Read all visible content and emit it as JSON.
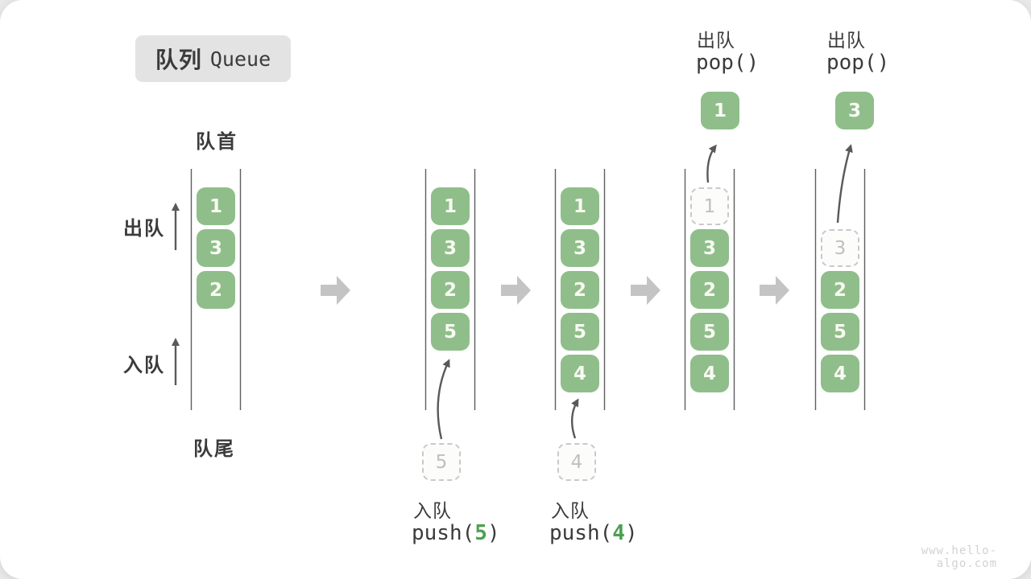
{
  "title": {
    "zh": "队列",
    "en": "Queue"
  },
  "labels": {
    "front": "队首",
    "rear": "队尾",
    "dequeue_side": "出队",
    "enqueue_side": "入队"
  },
  "states": [
    {
      "boxes": [
        "1",
        "3",
        "2"
      ]
    },
    {
      "boxes": [
        "1",
        "3",
        "2",
        "5"
      ],
      "staged": "5"
    },
    {
      "boxes": [
        "1",
        "3",
        "2",
        "5",
        "4"
      ],
      "staged": "4"
    },
    {
      "boxes": [
        "3",
        "2",
        "5",
        "4"
      ],
      "ghost": "1",
      "popped": "1"
    },
    {
      "boxes": [
        "2",
        "5",
        "4"
      ],
      "ghost": "3",
      "popped": "3"
    }
  ],
  "operations": {
    "push5": {
      "label": "入队",
      "code_fn": "push(",
      "code_arg": "5",
      "code_close": ")"
    },
    "push4": {
      "label": "入队",
      "code_fn": "push(",
      "code_arg": "4",
      "code_close": ")"
    },
    "pop1": {
      "label": "出队",
      "code": "pop()"
    },
    "pop2": {
      "label": "出队",
      "code": "pop()"
    }
  },
  "watermark": "www.hello-algo.com",
  "colors": {
    "box_fill": "#8FBE8A",
    "box_text": "#F9FAF3",
    "ghost_border": "#C9C9C9",
    "ghost_text": "#BFBFBF",
    "flow_arrow": "#C4C4C4",
    "thin_arrow": "#595959",
    "column_line": "#5E5E5E",
    "text": "#3B3B3B",
    "arg_green": "#4CA050",
    "title_bg": "#E3E3E3",
    "watermark": "#D2D2D2"
  }
}
